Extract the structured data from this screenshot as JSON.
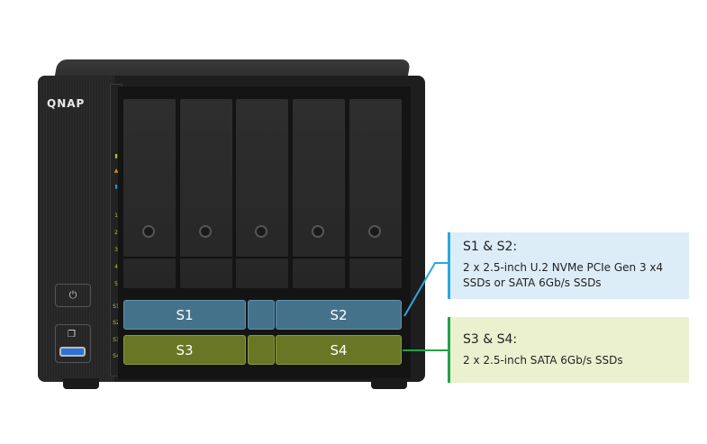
{
  "brand": "QNAP",
  "leds": [
    "1",
    "2",
    "3",
    "4",
    "5",
    "S1",
    "S2",
    "S3",
    "S4"
  ],
  "power_icon": "⏻",
  "slots": {
    "s1": "S1",
    "s2": "S2",
    "s3": "S3",
    "s4": "S4"
  },
  "callouts": [
    {
      "title": "S1 & S2:",
      "desc": "2 x 2.5-inch U.2 NVMe PCIe Gen 3 x4 SSDs or SATA 6Gb/s SSDs",
      "color": "#2aa7df"
    },
    {
      "title": "S3 & S4:",
      "desc": "2 x 2.5-inch SATA 6Gb/s SSDs",
      "color": "#22a24a"
    }
  ]
}
